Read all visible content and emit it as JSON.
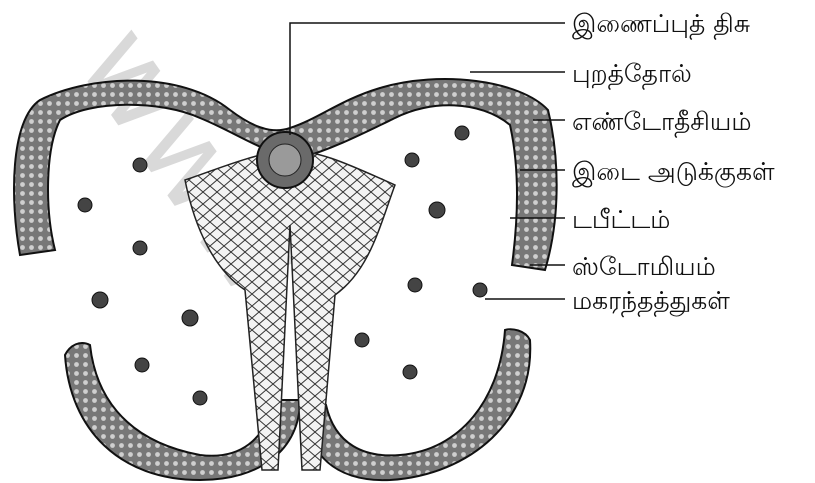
{
  "watermark": "www",
  "labels": {
    "connective": "இணைப்புத் திசு",
    "epidermis": "புறத்தோல்",
    "endothecium": "எண்டோதீசியம்",
    "middle_layers": "இடை அடுக்குகள்",
    "tapetum": "டபீட்டம்",
    "stomium": "ஸ்டோமியம்",
    "pollen": "மகரந்தத்துகள்"
  }
}
